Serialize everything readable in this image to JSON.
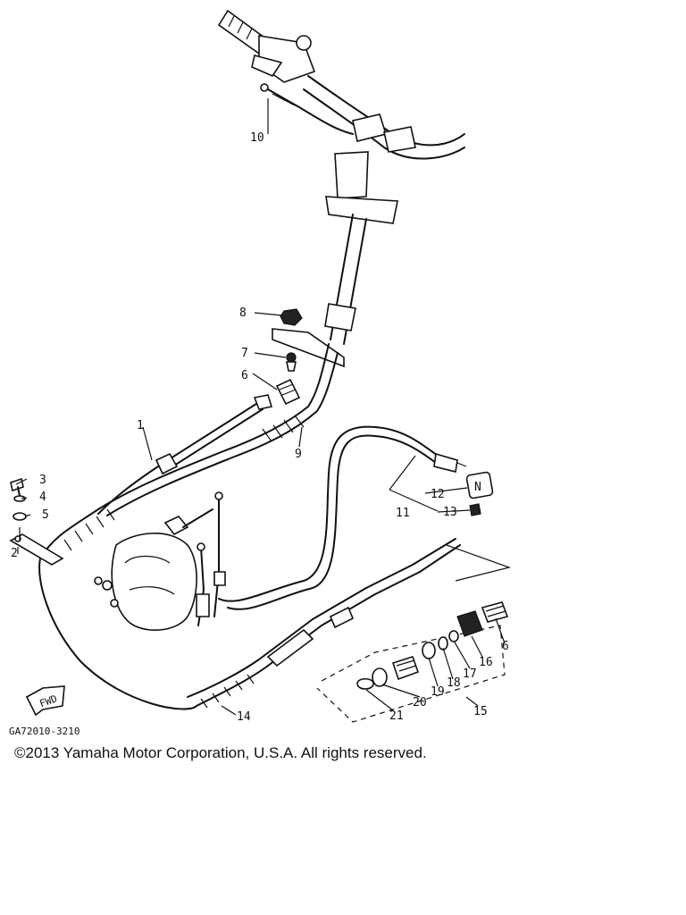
{
  "callouts": [
    "1",
    "2",
    "3",
    "4",
    "5",
    "6",
    "7",
    "8",
    "9",
    "10",
    "11",
    "12",
    "13",
    "14",
    "15",
    "16",
    "17",
    "18",
    "19",
    "20",
    "21",
    "6"
  ],
  "diagram_code": "GA72010-3210",
  "fwd_label": "FWD",
  "neutral_label": "N",
  "copyright": "©2013 Yamaha Motor Corporation, U.S.A. All rights reserved."
}
